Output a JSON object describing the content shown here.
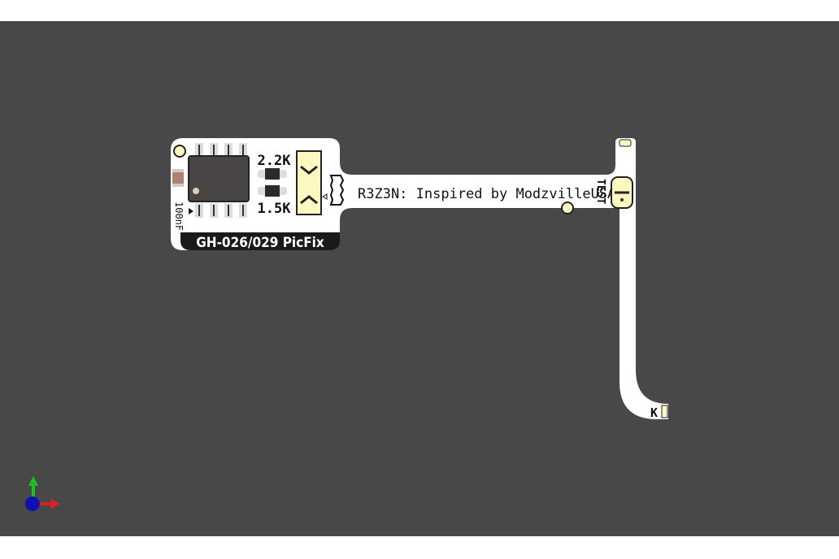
{
  "viewer": {
    "background": "#484848"
  },
  "board": {
    "title_label": "GH-026/029 PicFix",
    "credit_text": "R3Z3N: Inspired by ModzvilleUSA",
    "resistor_top_value": "2.2K",
    "resistor_bottom_value": "1.5K",
    "capacitor_value": "100nF",
    "test_label": "TEST",
    "k_label": "K",
    "colors": {
      "substrate": "#ffffff",
      "pad": "#fdf7c0",
      "chip": "#4a4545",
      "mask_label": "#1a1a1a"
    }
  },
  "axes_gizmo": {
    "x_color": "#e02020",
    "y_color": "#20c020",
    "z_color": "#1010b0"
  }
}
